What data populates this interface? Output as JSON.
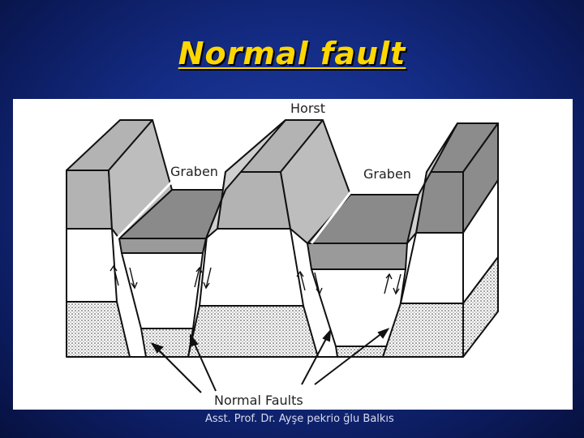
{
  "slide": {
    "title": "Normal fault",
    "footer": "Asst. Prof. Dr. Ayşe pekrio ğlu Balkıs"
  },
  "diagram": {
    "labels": {
      "horst": "Horst",
      "graben_left": "Graben",
      "graben_right": "Graben",
      "normal_faults": "Normal Faults"
    }
  },
  "colors": {
    "title": "#ffd700",
    "background": "#142c85",
    "panel": "#ffffff"
  }
}
